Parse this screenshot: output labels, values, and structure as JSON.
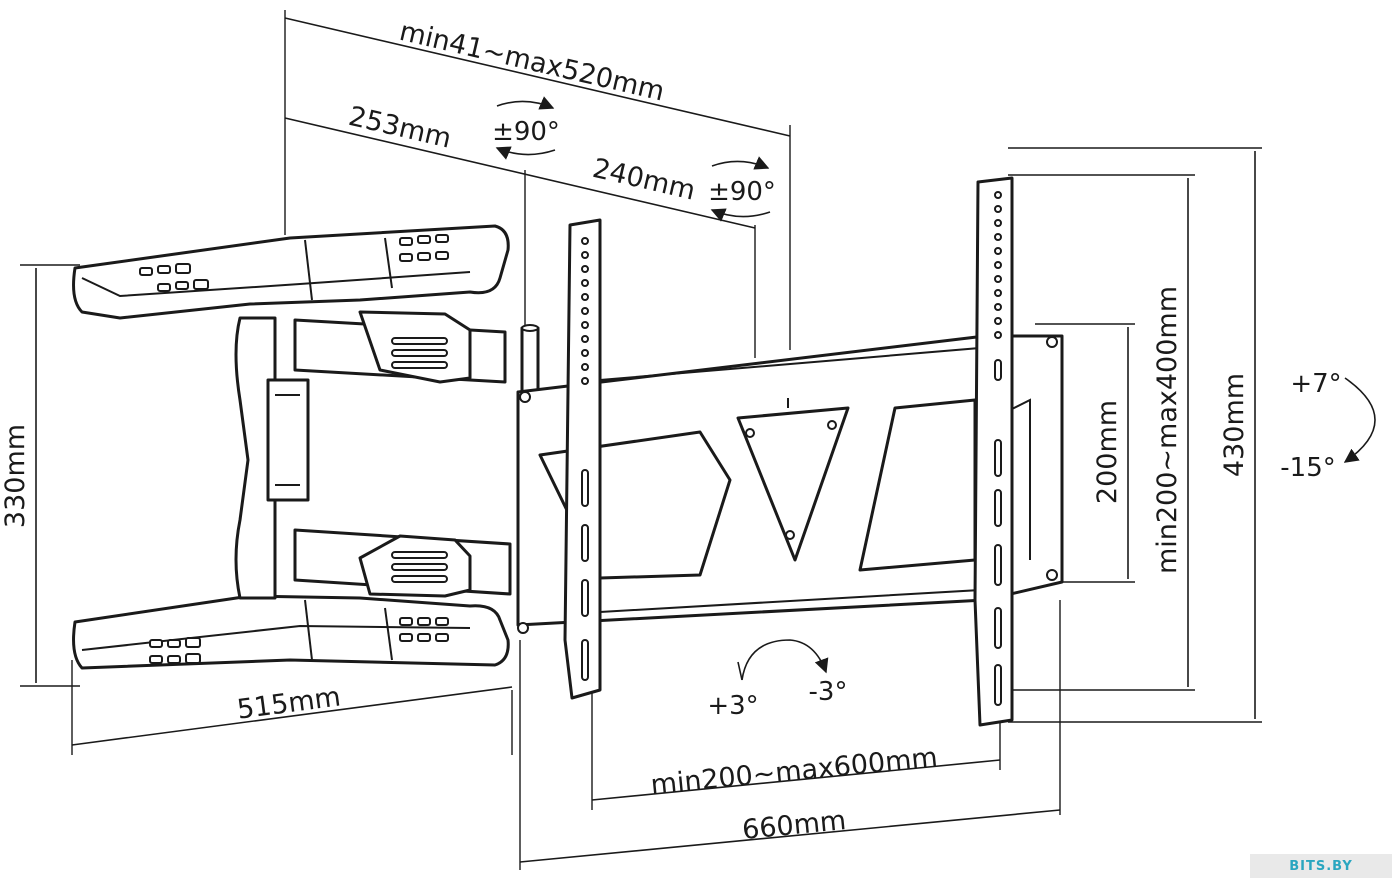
{
  "dimensions": {
    "arm_extension": "min41~max520mm",
    "arm_segment_1": "253mm",
    "arm_segment_2": "240mm",
    "swivel_1": "±90°",
    "swivel_2": "±90°",
    "wall_plate_height": "330mm",
    "wall_plate_width": "515mm",
    "vertical_hole_spacing": "200mm",
    "vesa_vertical": "min200~max400mm",
    "bracket_height": "430mm",
    "tilt_up": "+7°",
    "tilt_down": "-15°",
    "level_plus": "+3°",
    "level_minus": "-3°",
    "vesa_horizontal": "min200~max600mm",
    "bracket_width": "660mm"
  },
  "watermark": {
    "text": "BITS.BY",
    "color": "#2aa6c0"
  }
}
